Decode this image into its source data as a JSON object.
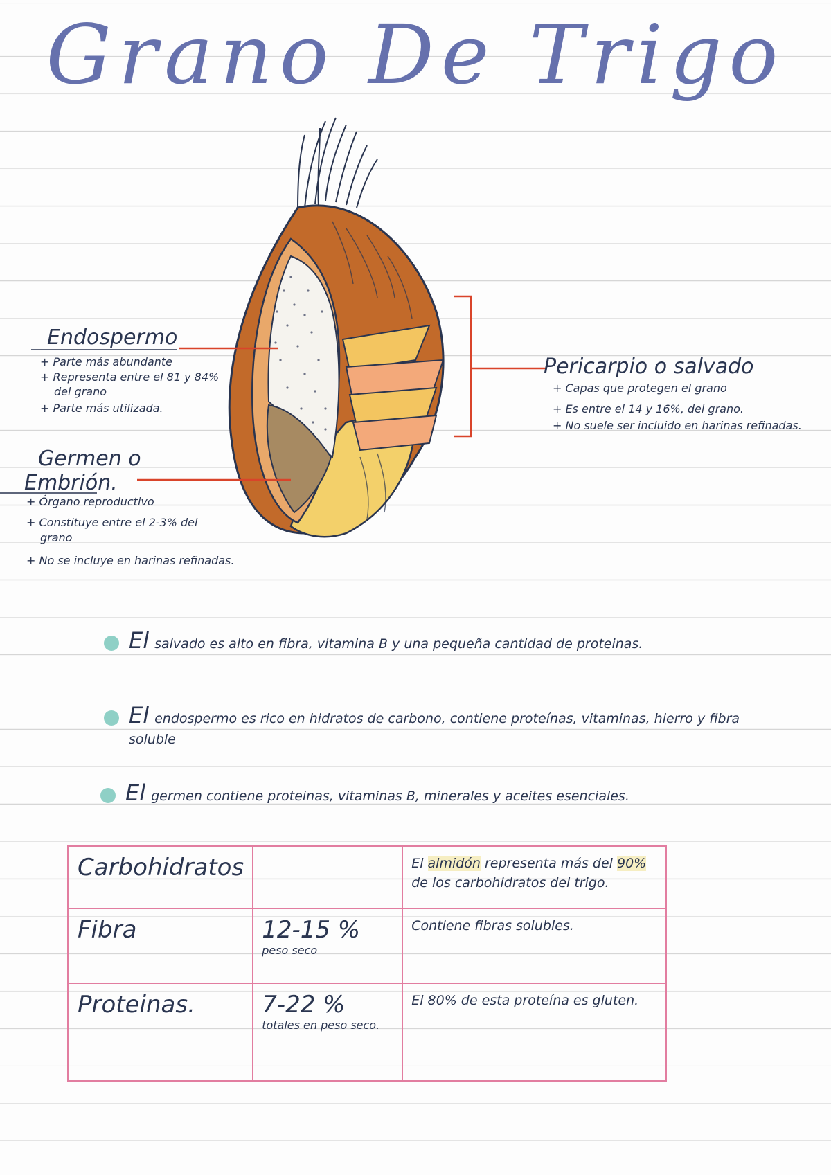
{
  "title": "Grano De Trigo",
  "labels": {
    "endosperm": {
      "heading": "Endospermo",
      "items": [
        "+ Parte más abundante",
        "+ Representa entre el 81 y 84%",
        "del grano",
        "+ Parte más utilizada."
      ]
    },
    "germ": {
      "heading_line1": "Germen o",
      "heading_line2": "Embrión.",
      "items": [
        "+ Órgano reproductivo",
        "+ Constituye entre el 2-3% del",
        "grano",
        "+ No se incluye en harinas refinadas."
      ]
    },
    "pericarp": {
      "heading": "Pericarpio o salvado",
      "items": [
        "+ Capas que protegen el grano",
        "+ Es entre el 14 y 16%, del grano.",
        "+ No suele ser incluido en harinas refinadas."
      ]
    }
  },
  "bullets": [
    {
      "lead": "El",
      "text": "salvado es alto en fibra, vitamina B y una pequeña cantidad de proteinas."
    },
    {
      "lead": "El",
      "text": "endospermo es rico en hidratos de carbono, contiene proteínas, vitaminas, hierro y fibra soluble"
    },
    {
      "lead": "El",
      "text": "germen contiene proteinas, vitaminas B, minerales y aceites esenciales."
    }
  ],
  "table": {
    "rows": [
      {
        "name": "Carbohidratos",
        "value": "",
        "unit": "",
        "note_pre": "El ",
        "note_hl1": "almidón",
        "note_mid": " representa más del ",
        "note_hl2": "90%",
        "note_post": " de los carbohidratos del trigo."
      },
      {
        "name": "Fibra",
        "value": "12-15 %",
        "unit": "peso seco",
        "note": "Contiene fibras solubles."
      },
      {
        "name": "Proteinas.",
        "value": "7-22 %",
        "unit": "totales en peso seco.",
        "note": "El 80% de esta proteína es gluten."
      }
    ]
  },
  "colors": {
    "title": "#6671ad",
    "pointer_lines": "#d9442a",
    "bullet_dot": "#8fd0c6",
    "table_border": "#e27da0",
    "bran_outer": "#c26a2a",
    "bran_layer_yellow": "#f3c560",
    "bran_layer_peach": "#f3a97a",
    "endosperm": "#f5f3ee",
    "germ": "#a78a62"
  }
}
